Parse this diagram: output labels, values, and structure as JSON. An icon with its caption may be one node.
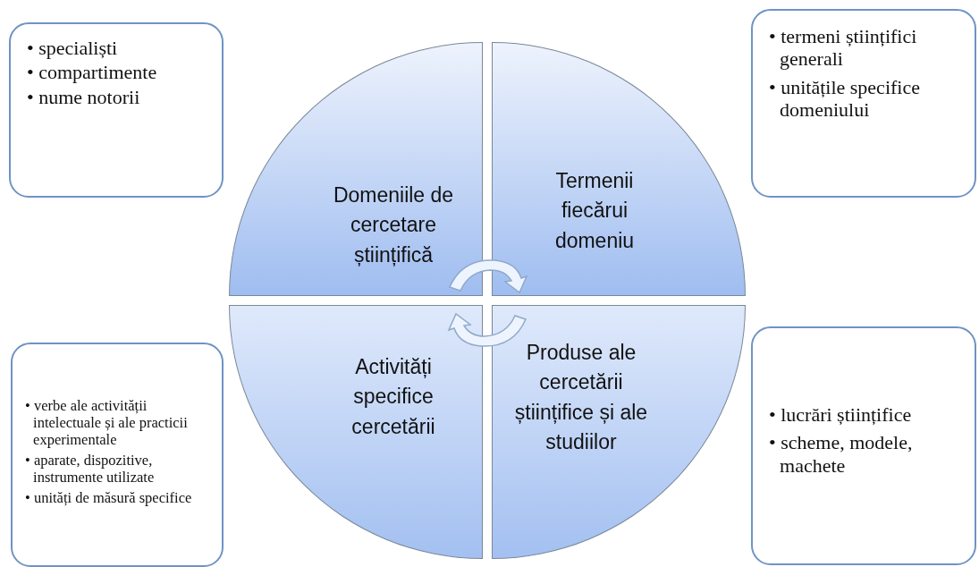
{
  "diagram": {
    "nodes": [
      {
        "text": [
          "• specialiști",
          "• compartimente",
          "• nume notorii"
        ]
      },
      {
        "text": [
          "• termeni științifici generali",
          "• unitățile specifice domeniului"
        ]
      },
      {
        "text": [
          "Domeniile de cercetare științifică"
        ]
      },
      {
        "text": [
          "Termenii fiecărui domeniu"
        ]
      },
      {
        "text": [
          "Activități specifice cercetării"
        ]
      },
      {
        "text": [
          "Produse ale cercetării științifice și ale studiilor"
        ]
      },
      {
        "text": [
          "• verbe ale activității intelectuale și ale practicii experimentale",
          "• aparate, dispozitive, instrumente utilizate",
          "• unități de măsură specifice"
        ]
      },
      {
        "text": [
          "• lucrări științifice",
          "• scheme, modele, machete"
        ]
      }
    ]
  }
}
